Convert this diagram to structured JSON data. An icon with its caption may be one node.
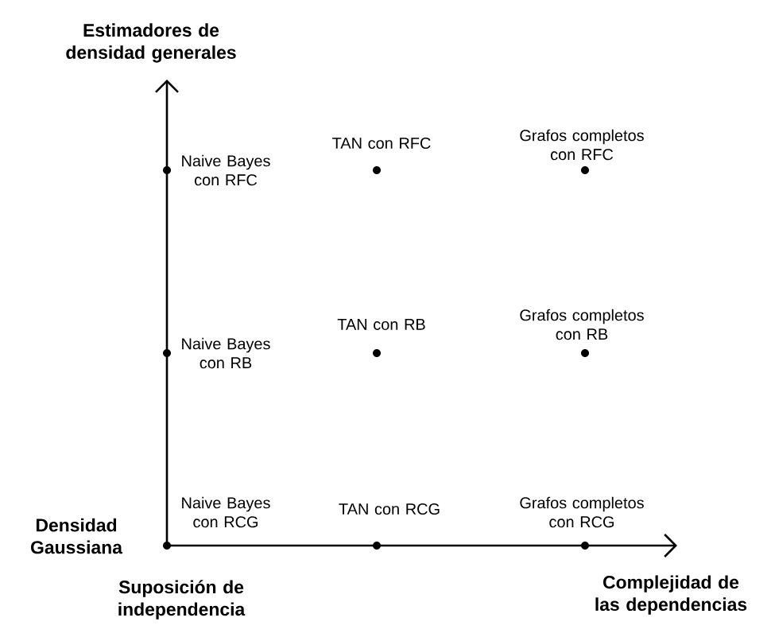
{
  "diagram": {
    "nodes": [
      {
        "text": [],
        "shape": "circle",
        "beside": [
          "Naive Bayes con RFC"
        ]
      },
      {
        "text": [],
        "shape": "circle",
        "beside": [
          "TAN con RFC"
        ]
      },
      {
        "text": [],
        "shape": "circle",
        "beside": [
          "Grafos completos con RFC"
        ]
      },
      {
        "text": [],
        "shape": "circle",
        "beside": [
          "Naive Bayes con RB"
        ]
      },
      {
        "text": [],
        "shape": "circle",
        "beside": [
          "TAN con RB"
        ]
      },
      {
        "text": [],
        "shape": "circle",
        "beside": [
          "Grafos completos con RB"
        ]
      },
      {
        "text": [],
        "shape": "circle",
        "beside": [
          "Naive Bayes con RCG"
        ]
      },
      {
        "text": [],
        "shape": "circle",
        "beside": [
          "TAN con RCG"
        ]
      },
      {
        "text": [],
        "shape": "circle",
        "beside": [
          "Grafos completos con RCG"
        ]
      }
    ],
    "labels": [
      "Estimadores de densidad generales",
      "Densidad Gaussiana",
      "Suposición de independencia",
      "Complejidad de las dependencias"
    ]
  }
}
